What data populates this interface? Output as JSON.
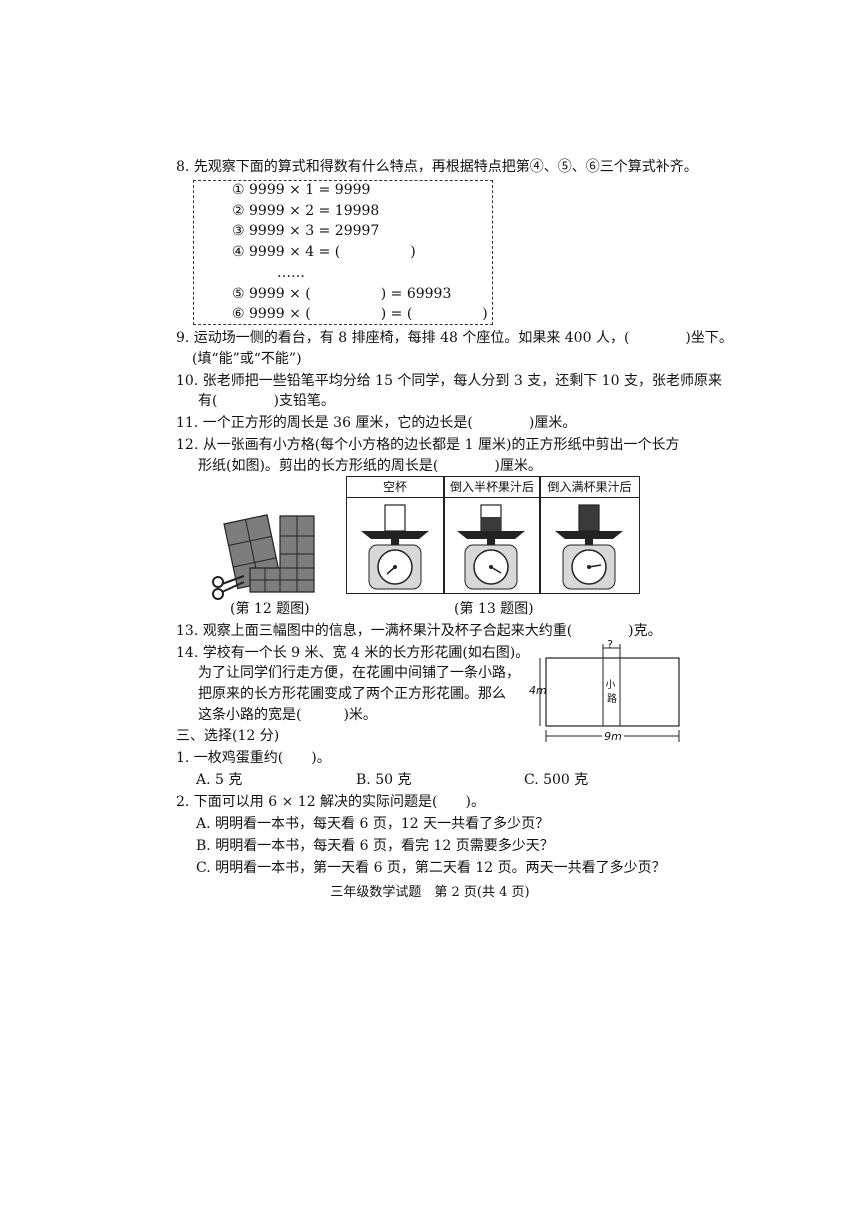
{
  "q8": {
    "stem": "8. 先观察下面的算式和得数有什么特点，再根据特点把第④、⑤、⑥三个算式补齐。",
    "lines": [
      "① 9999 × 1 = 9999",
      "② 9999 × 2 = 19998",
      "③ 9999 × 3 = 29997",
      "④ 9999 × 4 = (　　　　　)",
      "……",
      "⑤ 9999 × (　　　　　) = 69993",
      "⑥ 9999 × (　　　　　) = (　　　　　)"
    ]
  },
  "q9": {
    "line1": "9. 运动场一侧的看台，有 8 排座椅，每排 48 个座位。如果来 400 人，(　　　　)坐下。",
    "line2": "(填“能”或“不能”)"
  },
  "q10": {
    "line1": "10. 张老师把一些铅笔平均分给 15 个同学，每人分到 3 支，还剩下 10 支，张老师原来",
    "line2": "有(　　　　)支铅笔。"
  },
  "q11": {
    "line1": "11. 一个正方形的周长是 36 厘米，它的边长是(　　　　)厘米。"
  },
  "q12": {
    "line1": "12. 从一张画有小方格(每个小方格的边长都是 1 厘米)的正方形纸中剪出一个长方",
    "line2": "形纸(如图)。剪出的长方形纸的周长是(　　　　)厘米。",
    "caption": "(第 12 题图)"
  },
  "q13": {
    "headers": [
      "空杯",
      "倒入半杯果汁后",
      "倒入满杯果汁后"
    ],
    "caption": "(第 13 题图)",
    "line1": "13. 观察上面三幅图中的信息，一满杯果汁及杯子合起来大约重(　　　　)克。"
  },
  "q14": {
    "line1": "14. 学校有一个长 9 米、宽 4 米的长方形花圃(如右图)。",
    "line2": "为了让同学们行走方便，在花圃中间铺了一条小路，",
    "line3": "把原来的长方形花圃变成了两个正方形花圃。那么",
    "line4": "这条小路的宽是(　　　)米。",
    "fig_width": "4m",
    "fig_length": "9m",
    "fig_road": "小路",
    "fig_q": "?"
  },
  "section3": {
    "title": "三、选择(12 分)"
  },
  "c1": {
    "stem": "1. 一枚鸡蛋重约(　　)。",
    "a": "A. 5 克",
    "b": "B. 50 克",
    "c": "C. 500 克"
  },
  "c2": {
    "stem": "2. 下面可以用 6 × 12 解决的实际问题是(　　)。",
    "a": "A. 明明看一本书，每天看 6 页，12 天一共看了多少页？",
    "b": "B. 明明看一本书，每天看 6 页，看完 12 页需要多少天？",
    "c": "C. 明明看一本书，第一天看 6 页，第二天看 12 页。两天一共看了多少页？"
  },
  "footer": {
    "text": "三年级数学试题　第 2 页(共 4 页)"
  }
}
